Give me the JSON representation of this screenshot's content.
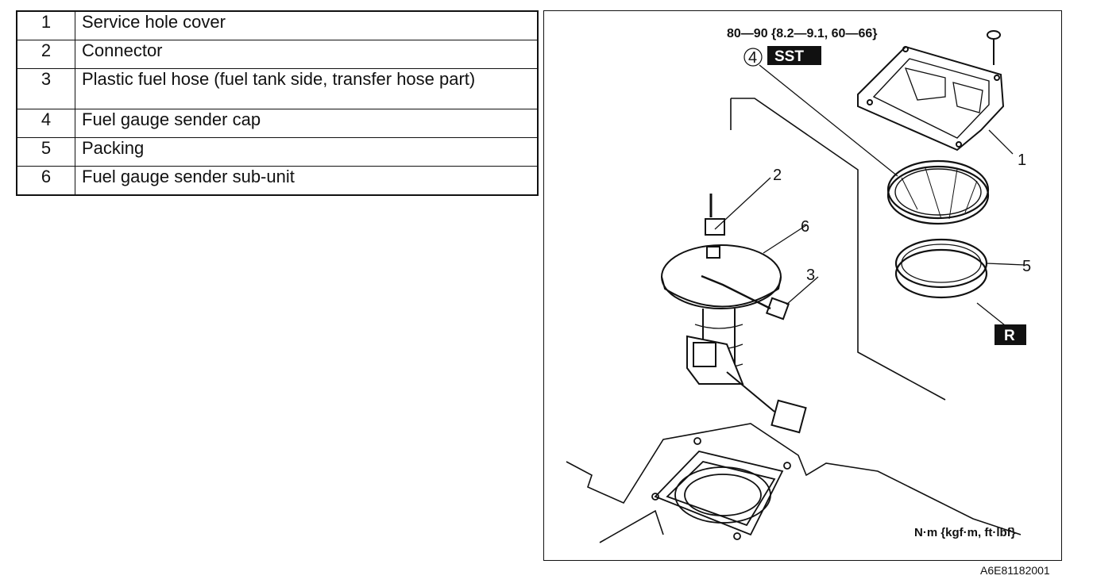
{
  "parts": [
    {
      "num": "1",
      "name": "Service hole cover"
    },
    {
      "num": "2",
      "name": "Connector"
    },
    {
      "num": "3",
      "name": "Plastic fuel hose (fuel tank side, transfer hose part)"
    },
    {
      "num": "4",
      "name": "Fuel gauge sender cap"
    },
    {
      "num": "5",
      "name": "Packing"
    },
    {
      "num": "6",
      "name": "Fuel gauge sender sub-unit"
    }
  ],
  "diagram": {
    "torque_spec": "80—90 {8.2—9.1, 60—66}",
    "sst_badge": "SST",
    "replace_badge": "R",
    "unit_note": "N·m {kgf·m, ft·lbf}",
    "callouts": [
      "1",
      "2",
      "3",
      "4",
      "5",
      "6"
    ]
  },
  "figure_code": "A6E81182001"
}
